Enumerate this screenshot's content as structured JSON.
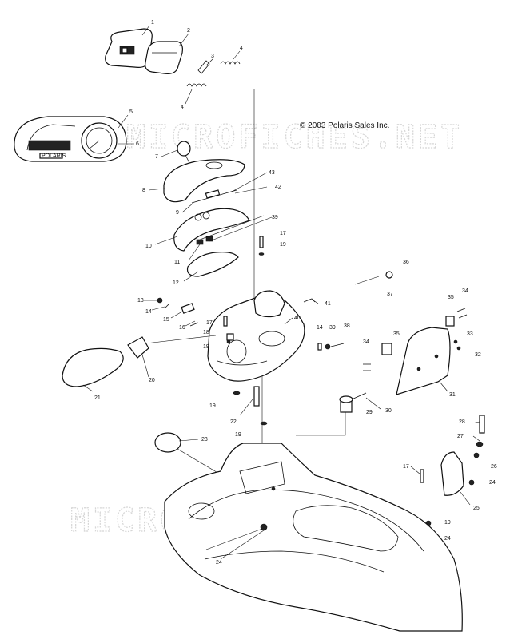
{
  "copyright": "© 2003 Polaris Sales Inc.",
  "watermark": "MICROFICHES.NET",
  "gauge_brand": "POLARIS",
  "callouts": [
    "1",
    "2",
    "3",
    "4",
    "4",
    "5",
    "6",
    "7",
    "8",
    "43",
    "42",
    "9",
    "10",
    "39",
    "17",
    "19",
    "11",
    "12",
    "36",
    "37",
    "41",
    "13",
    "14",
    "15",
    "16",
    "17",
    "18",
    "19",
    "40",
    "39",
    "38",
    "14",
    "34",
    "35",
    "33",
    "35",
    "34",
    "32",
    "20",
    "21",
    "19",
    "22",
    "29",
    "30",
    "31",
    "28",
    "27",
    "26",
    "19",
    "23",
    "17",
    "25",
    "24",
    "19",
    "24",
    "24"
  ]
}
